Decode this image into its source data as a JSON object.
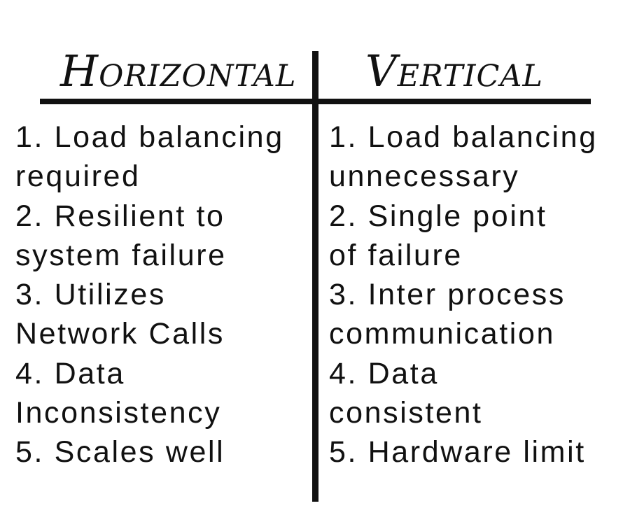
{
  "columns": [
    {
      "heading": "Horizontal",
      "items": [
        [
          "1. Load balancing",
          "required"
        ],
        [
          "2. Resilient to",
          "system failure"
        ],
        [
          "3. Utilizes",
          "Network Calls"
        ],
        [
          "4. Data",
          "Inconsistency"
        ],
        [
          "5. Scales well"
        ]
      ]
    },
    {
      "heading": "Vertical",
      "items": [
        [
          "1. Load balancing",
          "unnecessary"
        ],
        [
          "2. Single point",
          "of failure"
        ],
        [
          "3. Inter process",
          "communication"
        ],
        [
          "4. Data",
          "consistent"
        ],
        [
          "5. Hardware limit"
        ]
      ]
    }
  ],
  "colors": {
    "ink": "#111111",
    "background": "#ffffff"
  }
}
